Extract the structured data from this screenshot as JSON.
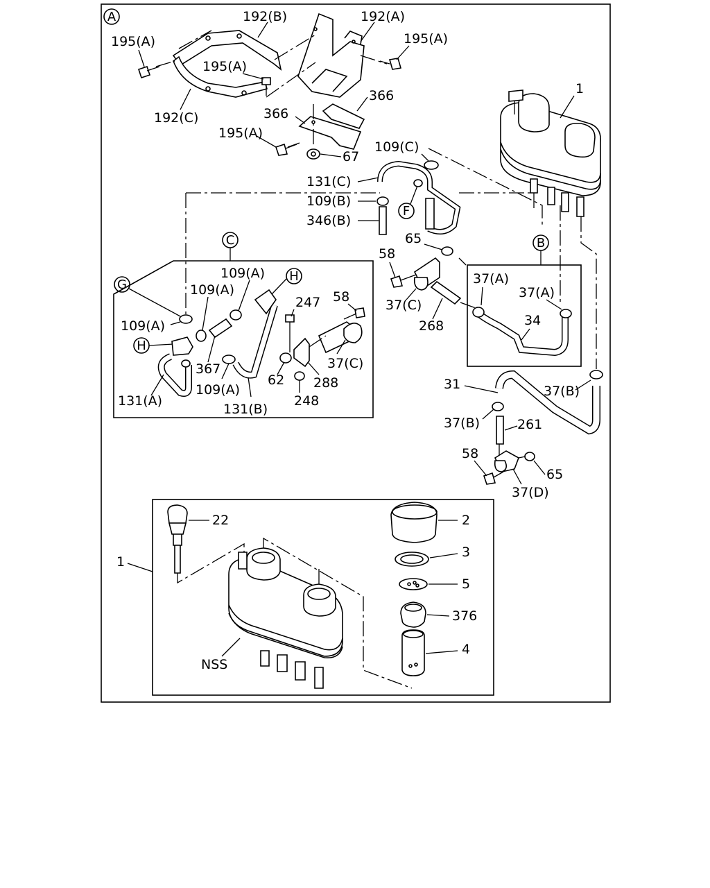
{
  "labels": {
    "A_marker": "A",
    "C_marker": "C",
    "B_marker": "B",
    "G_marker": "G",
    "H_marker1": "H",
    "H_marker2": "H",
    "F_marker": "F",
    "l_192B": "192(B)",
    "l_192A": "192(A)",
    "l_195A_1": "195(A)",
    "l_195A_2": "195(A)",
    "l_195A_3": "195(A)",
    "l_195A_4": "195(A)",
    "l_192C": "192(C)",
    "l_366_1": "366",
    "l_366_2": "366",
    "l_67": "67",
    "l_1_top": "1",
    "l_109C": "109(C)",
    "l_131C": "131(C)",
    "l_109B": "109(B)",
    "l_346B": "346(B)",
    "l_65_1": "65",
    "l_58_1": "58",
    "l_37C_1": "37(C)",
    "l_268": "268",
    "l_37A_1": "37(A)",
    "l_37A_2": "37(A)",
    "l_34": "34",
    "l_109A_1": "109(A)",
    "l_109A_2": "109(A)",
    "l_109A_3": "109(A)",
    "l_109A_4": "109(A)",
    "l_247": "247",
    "l_58_2": "58",
    "l_367": "367",
    "l_62": "62",
    "l_288": "288",
    "l_37C_2": "37(C)",
    "l_248": "248",
    "l_131A": "131(A)",
    "l_131B": "131(B)",
    "l_31": "31",
    "l_37B_1": "37(B)",
    "l_37B_2": "37(B)",
    "l_261": "261",
    "l_58_3": "58",
    "l_65_2": "65",
    "l_37D": "37(D)",
    "l_22": "22",
    "l_2": "2",
    "l_3": "3",
    "l_5": "5",
    "l_376": "376",
    "l_4": "4",
    "l_1_inset": "1",
    "l_NSS": "NSS"
  }
}
